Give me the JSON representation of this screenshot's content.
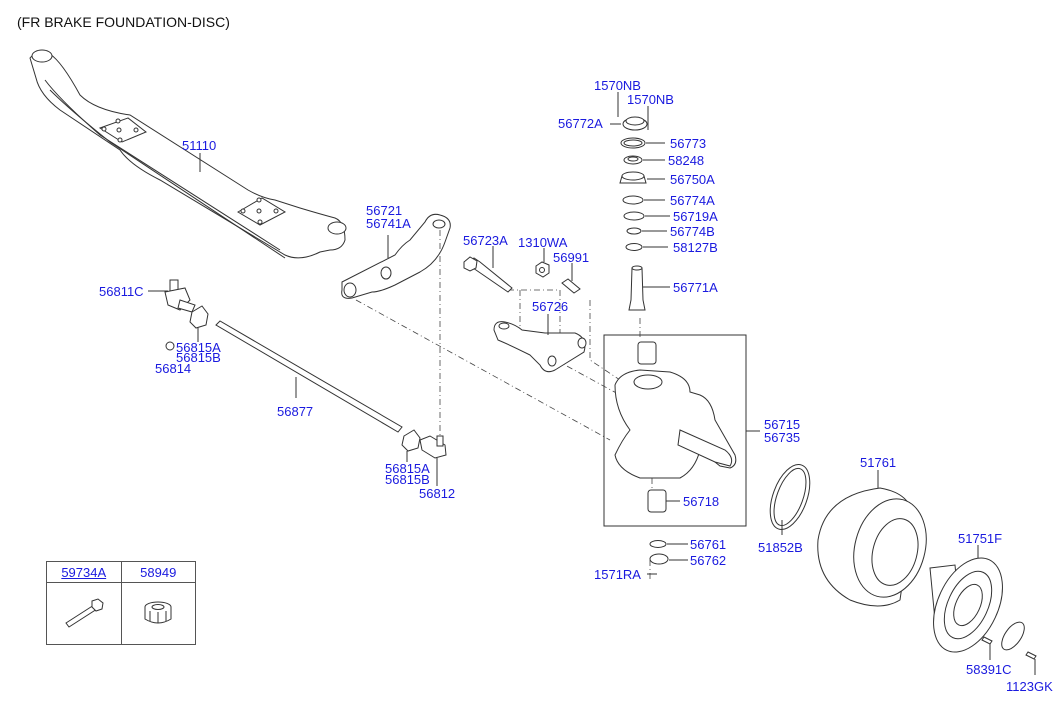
{
  "title": "(FR BRAKE FOUNDATION-DISC)",
  "colors": {
    "label": "#1a1adf",
    "line": "#333333",
    "background": "#ffffff"
  },
  "labels": {
    "p51110": "51110",
    "p1570NB_a": "1570NB",
    "p1570NB_b": "1570NB",
    "p56772A": "56772A",
    "p56773": "56773",
    "p58248": "58248",
    "p56750A": "56750A",
    "p56774A": "56774A",
    "p56719A": "56719A",
    "p56774B": "56774B",
    "p58127B": "58127B",
    "p56771A": "56771A",
    "p56721": "56721",
    "p56741A": "56741A",
    "p56723A": "56723A",
    "p1310WA": "1310WA",
    "p56991": "56991",
    "p56726": "56726",
    "p56811C": "56811C",
    "p56815A_l": "56815A",
    "p56815B_l": "56815B",
    "p56814": "56814",
    "p56877": "56877",
    "p56815A_r": "56815A",
    "p56815B_r": "56815B",
    "p56812": "56812",
    "p56715": "56715",
    "p56735": "56735",
    "p56718": "56718",
    "p56761": "56761",
    "p56762": "56762",
    "p1571RA": "1571RA",
    "p51852B": "51852B",
    "p51761": "51761",
    "p51751F": "51751F",
    "p58391C": "58391C",
    "p1123GK": "1123GK"
  },
  "legend_table": {
    "columns": [
      {
        "part_no": "59734A",
        "icon": "flange-bolt-icon"
      },
      {
        "part_no": "58949",
        "icon": "castle-nut-icon"
      }
    ]
  }
}
